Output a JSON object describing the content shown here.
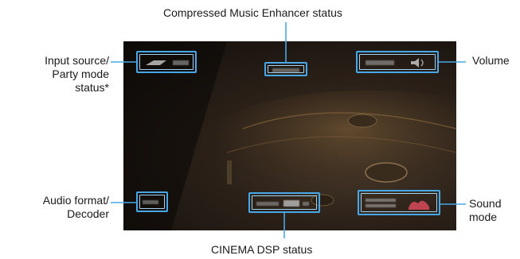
{
  "labels": {
    "compressed_music_enhancer": "Compressed Music Enhancer status",
    "input_source_line1": "Input source/",
    "input_source_line2": "Party mode",
    "input_source_line3": "status*",
    "volume": "Volume",
    "audio_format_line1": "Audio format/",
    "audio_format_line2": "Decoder",
    "sound_mode_line1": "Sound",
    "sound_mode_line2": "mode",
    "cinema_dsp": "CINEMA DSP status"
  },
  "colors": {
    "highlight": "#46a8e8",
    "screen_bg": "#1a140f"
  }
}
